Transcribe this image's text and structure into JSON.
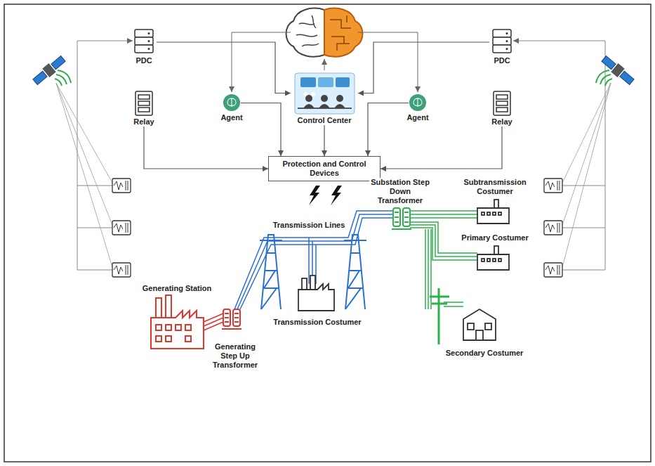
{
  "diagram": {
    "nodes": [
      {
        "text": [
          "PDC"
        ]
      },
      {
        "text": [
          "PDC"
        ]
      },
      {
        "text": [
          "Control Center"
        ]
      },
      {
        "text": [
          "Agent"
        ]
      },
      {
        "text": [
          "Agent"
        ]
      },
      {
        "text": [
          "Relay"
        ]
      },
      {
        "text": [
          "Relay"
        ]
      },
      {
        "text": [
          "Protection and Control Devices"
        ]
      }
    ],
    "edges": [
      {
        "from": 0,
        "to": 2,
        "arrow": "to"
      },
      {
        "from": 1,
        "to": 2,
        "arrow": "to"
      },
      {
        "from": 2,
        "to": 7,
        "arrow": "to"
      },
      {
        "from": 3,
        "to": 7,
        "arrow": "to"
      },
      {
        "from": 4,
        "to": 7,
        "arrow": "to"
      },
      {
        "from": 5,
        "to": 7,
        "arrow": "to"
      },
      {
        "from": 6,
        "to": 7,
        "arrow": "to"
      }
    ],
    "labels": [
      "Generating Station",
      "Transmission Lines",
      "Transmission Costumer",
      "Generating Step Up Transformer",
      "Substation Step Down Transformer",
      "Subtransmission Costumer",
      "Primary Costumer",
      "Secondary Costumer"
    ]
  }
}
